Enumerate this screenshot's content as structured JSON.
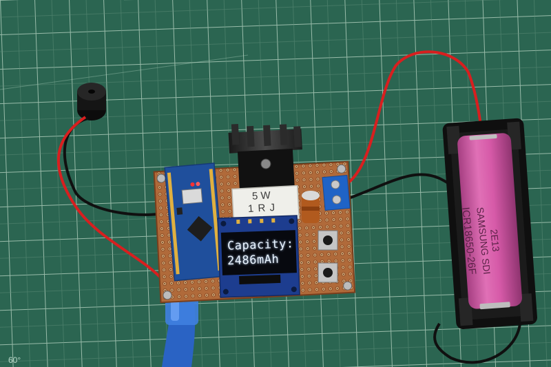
{
  "display": {
    "line1": "Capacity:",
    "line2": "2486mAh"
  },
  "resistor": {
    "line1": "5 W",
    "line2": "1 R J"
  },
  "battery": {
    "label_line1": "ICR18650-26F",
    "label_line2": "SAMSUNG SDI",
    "label_line3": "2E13"
  },
  "mat": {
    "corner_label": "60°"
  },
  "colors": {
    "mat_green": "#2f6e58",
    "grid_line": "#9fc7b4",
    "pcb_brown": "#b06a3a",
    "arduino_blue": "#1f4f9c",
    "oled_blue": "#1d3d8f",
    "battery_pink": "#d65aa8",
    "wire_red": "#d81f1f",
    "wire_black": "#101010"
  }
}
